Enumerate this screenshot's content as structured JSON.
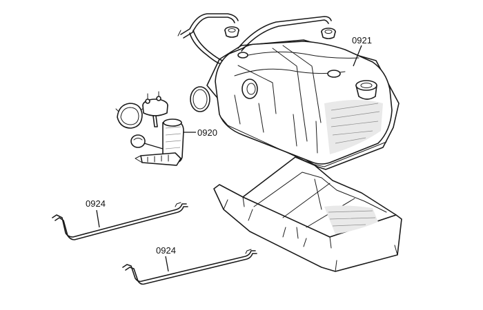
{
  "parts": {
    "fuel_tank": {
      "number": "0921"
    },
    "sender_unit": {
      "number": "0920"
    },
    "strap_upper": {
      "number": "0924"
    },
    "strap_lower": {
      "number": "0924"
    }
  },
  "colors": {
    "ink": "#1a1a1a",
    "shading": "#e9e9e9",
    "background": "#ffffff"
  }
}
